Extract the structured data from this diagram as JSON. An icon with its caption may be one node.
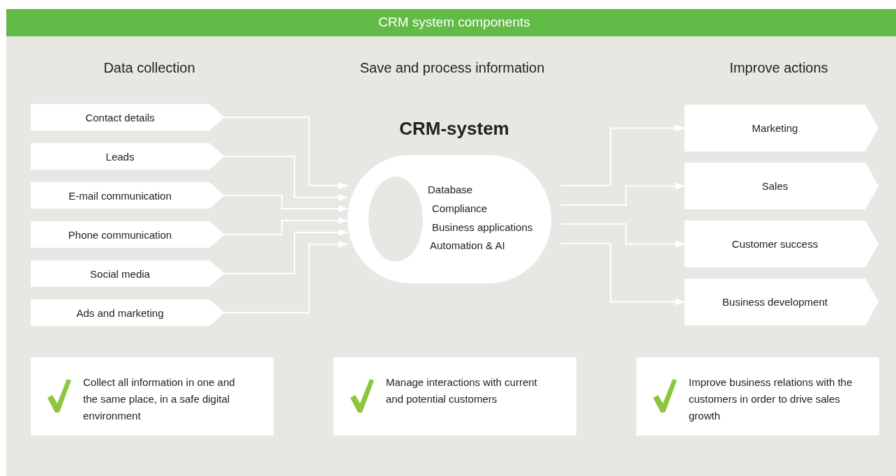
{
  "diagram": {
    "title": "CRM system components",
    "nodes": [
      {
        "text": [
          "Contact details"
        ]
      },
      {
        "text": [
          "Leads"
        ]
      },
      {
        "text": [
          "E-mail communication"
        ]
      },
      {
        "text": [
          "Phone communication"
        ]
      },
      {
        "text": [
          "Social media"
        ]
      },
      {
        "text": [
          "Ads and marketing"
        ]
      },
      {
        "text": [
          "CRM-system",
          "Database",
          "Compliance",
          "Business applications",
          "Automation & AI"
        ]
      },
      {
        "text": [
          "Marketing"
        ]
      },
      {
        "text": [
          "Sales"
        ]
      },
      {
        "text": [
          "Customer success"
        ]
      },
      {
        "text": [
          "Business development"
        ]
      },
      {
        "text": [
          "Collect all information in one and the same place, in a safe digital environment"
        ]
      },
      {
        "text": [
          "Manage interactions with current and potential customers"
        ]
      },
      {
        "text": [
          "Improve business relations with the customers in order to drive sales growth"
        ]
      }
    ],
    "edges": [
      {
        "from": 0,
        "to": 6,
        "arrow": "to"
      },
      {
        "from": 1,
        "to": 6,
        "arrow": "to"
      },
      {
        "from": 2,
        "to": 6,
        "arrow": "to"
      },
      {
        "from": 3,
        "to": 6,
        "arrow": "to"
      },
      {
        "from": 4,
        "to": 6,
        "arrow": "to"
      },
      {
        "from": 5,
        "to": 6,
        "arrow": "to"
      },
      {
        "from": 6,
        "to": 7,
        "arrow": "to"
      },
      {
        "from": 6,
        "to": 8,
        "arrow": "to"
      },
      {
        "from": 6,
        "to": 9,
        "arrow": "to"
      },
      {
        "from": 6,
        "to": 10,
        "arrow": "to"
      }
    ],
    "labels": [
      "Data collection",
      "Save and process information",
      "Improve actions"
    ]
  }
}
